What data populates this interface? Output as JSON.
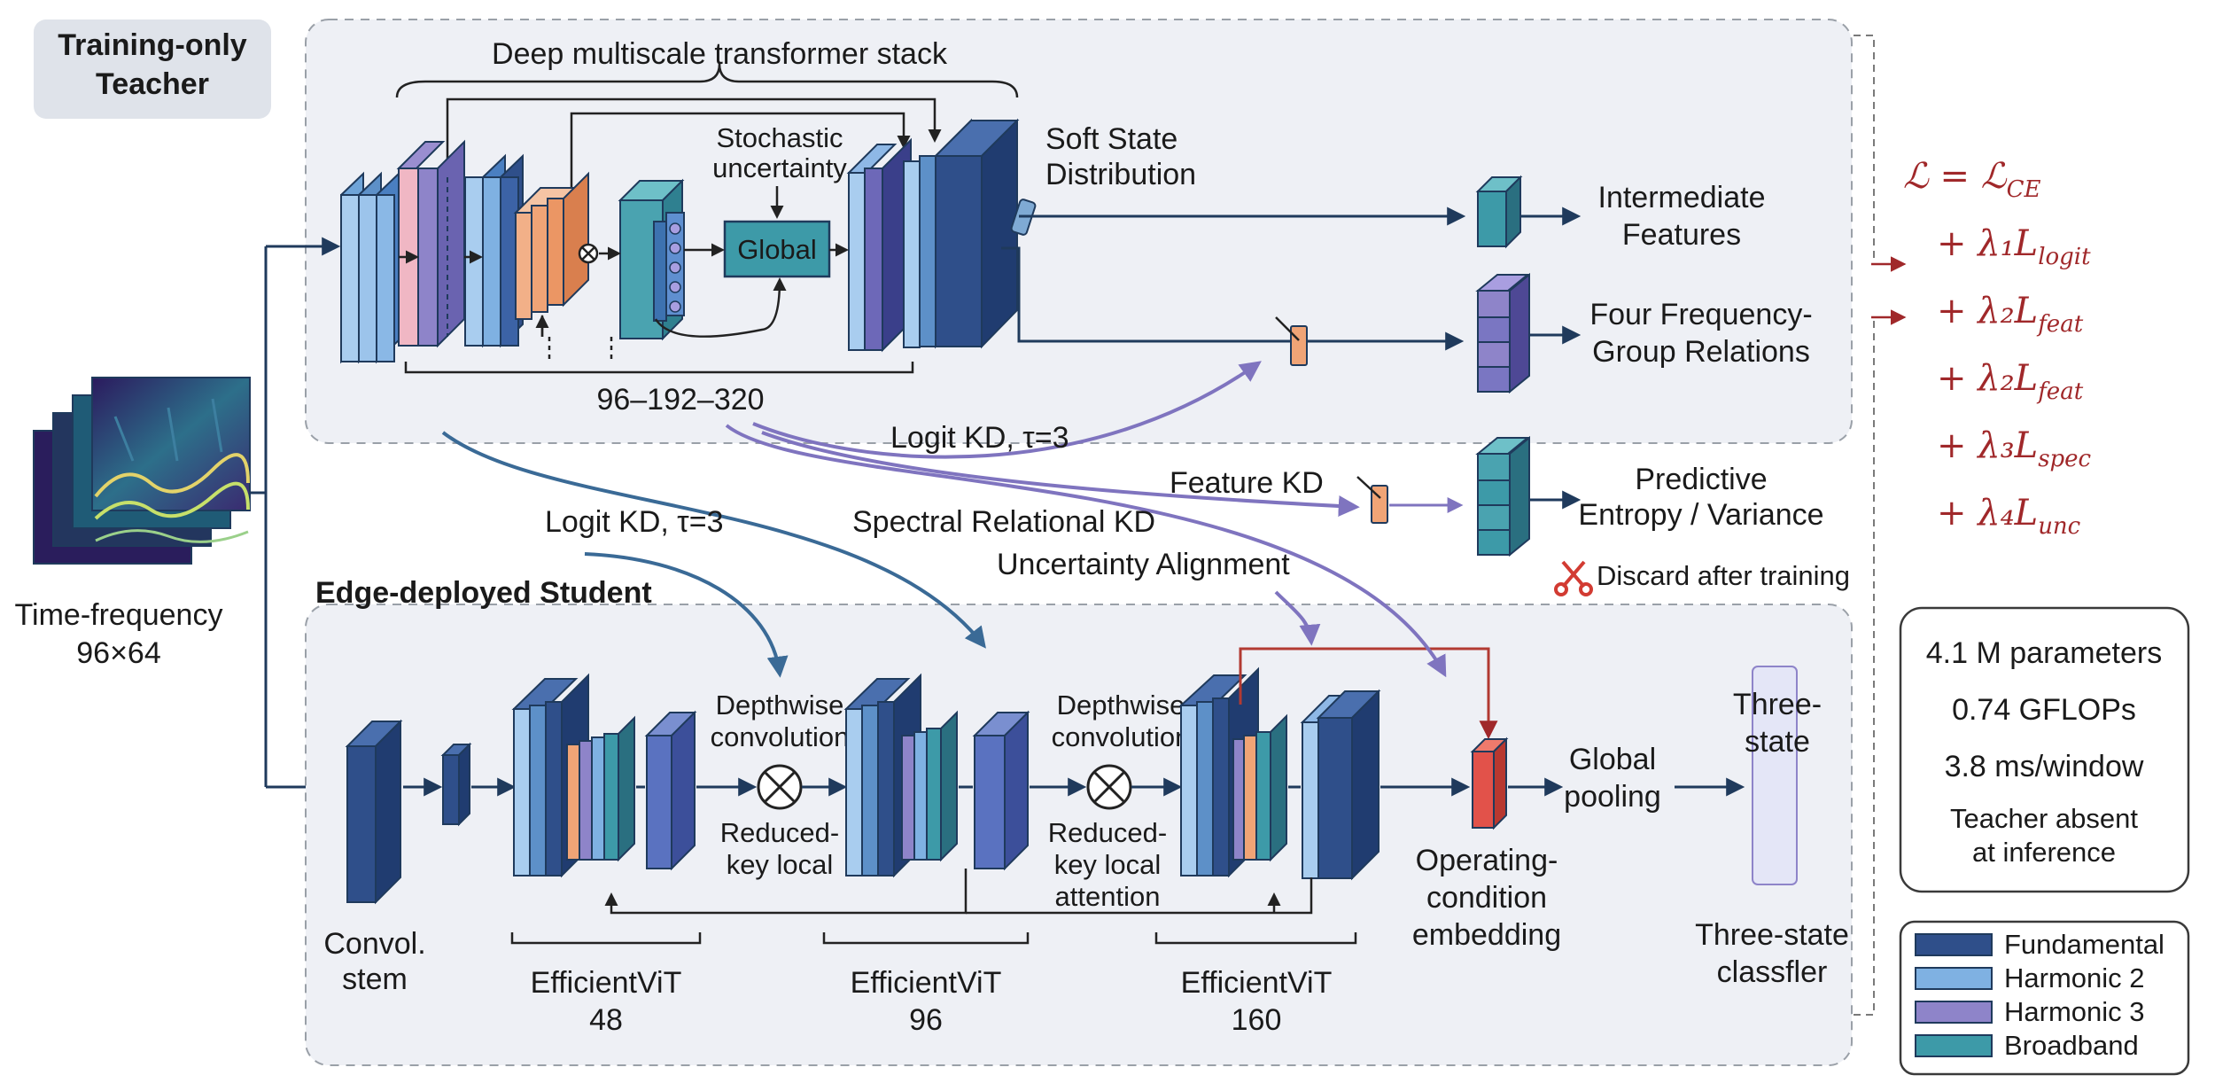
{
  "teacher": {
    "badge_line1": "Training-only",
    "badge_line2": "Teacher",
    "stack_title": "Deep multiscale transformer stack",
    "dims": "96–192–320",
    "stochastic_line1": "Stochastic",
    "stochastic_line2": "uncertainty",
    "global": "Global",
    "soft_state_line1": "Soft State",
    "soft_state_line2": "Distribution"
  },
  "outputs": {
    "intermediate_line1": "Intermediate",
    "intermediate_line2": "Features",
    "freq_line1": "Four Frequency-",
    "freq_line2": "Group Relations",
    "pred_line1": "Predictive",
    "pred_line2": "Entropy / Variance",
    "discard": "Discard after training"
  },
  "input": {
    "line1": "Time-frequency",
    "line2": "96×64"
  },
  "kd": {
    "logit_top": "Logit KD, τ=3",
    "feature": "Feature KD",
    "logit_left": "Logit KD, τ=3",
    "spectral": "Spectral Relational KD",
    "uncertainty": "Uncertainty Alignment"
  },
  "student": {
    "title": "Edge-deployed Student",
    "dw1_line1": "Depthwise",
    "dw1_line2": "convolution",
    "rk1_line1": "Reduced-",
    "rk1_line2": "key local",
    "dw2_line1": "Depthwise",
    "dw2_line2": "convolution",
    "rk2_line1": "Reduced-",
    "rk2_line2": "key local",
    "rk2_line3": "attention",
    "oce_line1": "Operating-",
    "oce_line2": "condition",
    "oce_line3": "embedding",
    "gp_line1": "Global",
    "gp_line2": "pooling",
    "ts_line1": "Three-",
    "ts_line2": "state",
    "conv_line1": "Convol.",
    "conv_line2": "stem",
    "evit1_line1": "EfficientViT",
    "evit1_line2": "48",
    "evit2_line1": "EfficientViT",
    "evit2_line2": "96",
    "evit3_line1": "EfficientViT",
    "evit3_line2": "160",
    "cls_line1": "Three-state",
    "cls_line2": "classfler"
  },
  "loss": {
    "l0": "ℒ = ℒ",
    "l0_sub": "CE",
    "l1": "+ λ₁L",
    "l1_sub": "logit",
    "l2": "+ λ₂L",
    "l2_sub": "feat",
    "l3": "+ λ₂L",
    "l3_sub": "feat",
    "l4": "+ λ₃L",
    "l4_sub": "spec",
    "l5": "+ λ₄L",
    "l5_sub": "unc"
  },
  "stats": {
    "params": "4.1 M parameters",
    "flops": "0.74 GFLOPs",
    "latency": "3.8 ms/window",
    "note_line1": "Teacher absent",
    "note_line2": "at inference"
  },
  "legend": {
    "items": [
      "Fundamental",
      "Harmonic 2",
      "Harmonic 3",
      "Broadband"
    ]
  },
  "colors": {
    "teacher_bg": "#eef0f5",
    "navy": "#2f4f8a",
    "mid_blue": "#4a7fc1",
    "light_blue": "#8fbfe6",
    "teal": "#3d9aa8",
    "purple": "#7a76c2",
    "orange": "#f0a476",
    "red": "#e2524a",
    "loss_red": "#a0282a",
    "arrow_blue": "#3a6a96",
    "arrow_purple": "#7f74bf"
  }
}
